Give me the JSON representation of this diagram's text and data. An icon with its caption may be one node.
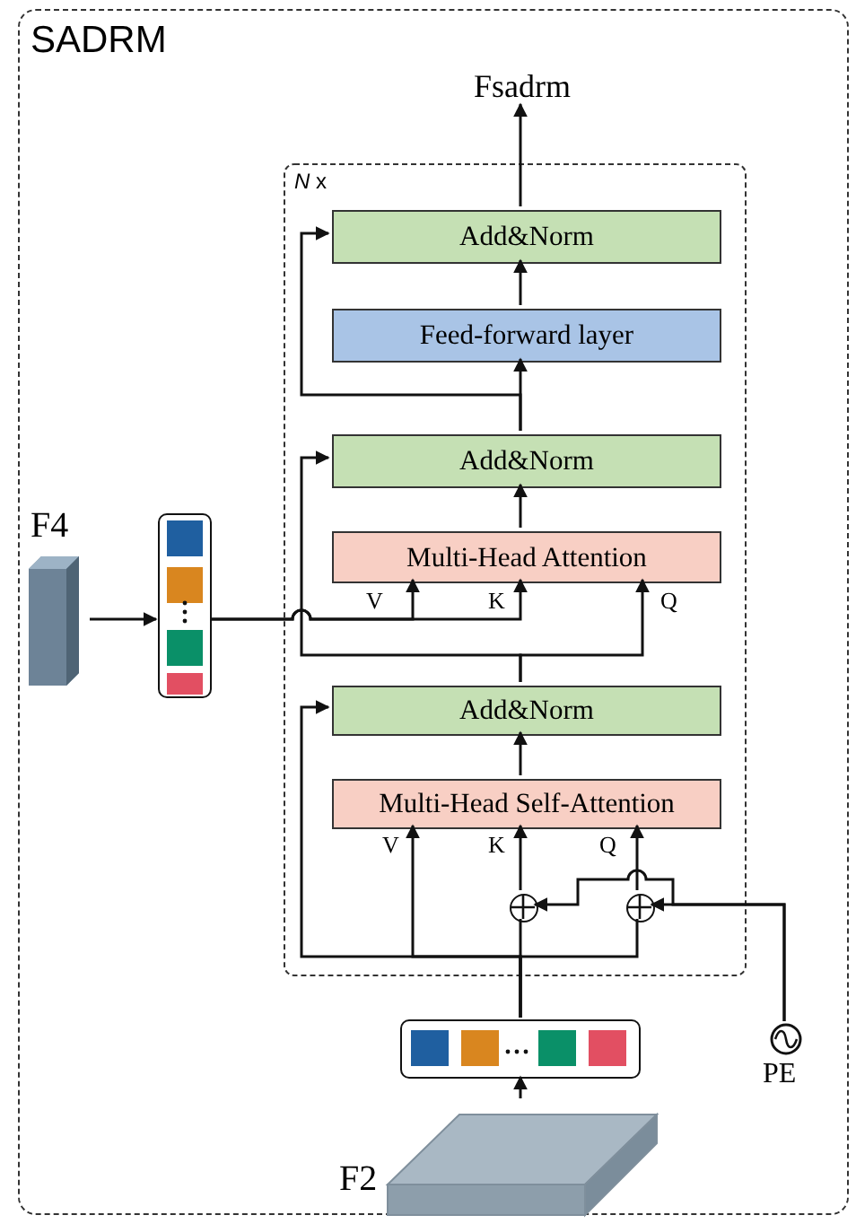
{
  "diagram": {
    "nodes": [
      {
        "text": [
          "SADRM"
        ]
      },
      {
        "text": [
          "Fsadrm"
        ],
        "in": 0
      },
      {
        "text": [
          "*N* x"
        ],
        "in": 0
      },
      {
        "text": [
          "Add&Norm"
        ],
        "in": 2
      },
      {
        "text": [
          "Feed-forward layer"
        ],
        "in": 2
      },
      {
        "text": [
          "Add&Norm"
        ],
        "in": 2
      },
      {
        "text": [
          "Multi-Head Attention"
        ],
        "in": 2
      },
      {
        "text": [
          "F4"
        ],
        "in": 0
      },
      {
        "text": [],
        "shape": "box",
        "in": 0
      },
      {
        "text": [
          "Add&Norm"
        ],
        "in": 2
      },
      {
        "text": [
          "Multi-Head Self-Attention"
        ],
        "in": 2
      },
      {
        "text": [],
        "shape": "circle",
        "in": 2
      },
      {
        "text": [],
        "shape": "circle",
        "in": 2
      },
      {
        "text": [],
        "shape": "box",
        "in": 0
      },
      {
        "text": [
          "PE"
        ],
        "in": 0
      },
      {
        "text": [
          "F2"
        ],
        "in": 0
      }
    ],
    "edges": [
      {
        "from": 3,
        "to": 1,
        "arrow": "to"
      },
      {
        "from": 4,
        "to": 3,
        "arrow": "to"
      },
      {
        "from": 5,
        "to": 4,
        "arrow": "to"
      },
      {
        "from": 5,
        "to": 3,
        "arrow": "to"
      },
      {
        "from": 6,
        "to": 5,
        "arrow": "to"
      },
      {
        "from": 7,
        "to": 8,
        "arrow": "to"
      },
      {
        "from": 8,
        "to": 6,
        "arrow": "to"
      },
      {
        "from": 8,
        "to": 6,
        "arrow": "to"
      },
      {
        "from": 9,
        "to": 6,
        "arrow": "to"
      },
      {
        "from": 9,
        "to": 5,
        "arrow": "to"
      },
      {
        "from": 10,
        "to": 9,
        "arrow": "to"
      },
      {
        "from": 11,
        "to": 10,
        "arrow": "to"
      },
      {
        "from": 12,
        "to": 10,
        "arrow": "to"
      },
      {
        "from": 13,
        "to": 11,
        "arrow": "none"
      },
      {
        "from": 13,
        "to": 10,
        "arrow": "to"
      },
      {
        "from": 13,
        "to": 12,
        "arrow": "none"
      },
      {
        "from": 13,
        "to": 9,
        "arrow": "to"
      },
      {
        "from": 14,
        "to": 12,
        "arrow": "to"
      },
      {
        "from": 14,
        "to": 11,
        "arrow": "to"
      },
      {
        "from": 15,
        "to": 13,
        "arrow": "to"
      }
    ],
    "labels": [
      "V",
      "K",
      "Q",
      "V",
      "K",
      "Q"
    ]
  }
}
